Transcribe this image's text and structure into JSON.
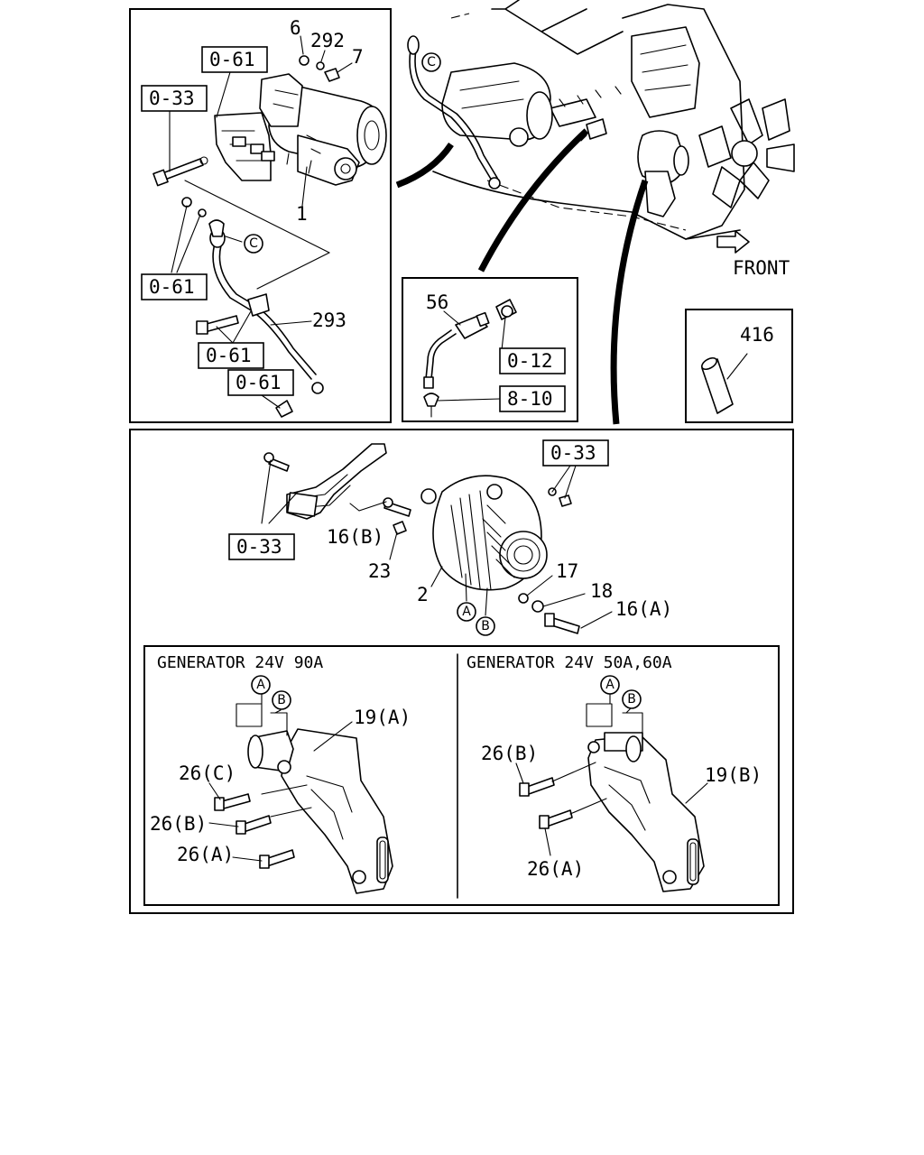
{
  "callouts": {
    "c6": "6",
    "c292": "292",
    "c7": "7",
    "c1": "1",
    "c293": "293",
    "c56": "56",
    "c416": "416",
    "c2": "2",
    "c23": "23",
    "c17": "17",
    "c18": "18",
    "c16a": "16(A)",
    "c16b": "16(B)",
    "c19a": "19(A)",
    "c19b": "19(B)",
    "c26c": "26(C)",
    "c26b_left": "26(B)",
    "c26a_left": "26(A)",
    "c26b_right": "26(B)",
    "c26a_right": "26(A)"
  },
  "refs": {
    "r061_top": "0-61",
    "r033_top": "0-33",
    "r061_mid": "0-61",
    "r061_low1": "0-61",
    "r061_low2": "0-61",
    "r012": "0-12",
    "r810": "8-10",
    "r033_alt_right": "0-33",
    "r033_alt_left": "0-33"
  },
  "markers": {
    "C": "C",
    "A": "A",
    "B": "B"
  },
  "labels": {
    "front": "FRONT",
    "gen_90a": "GENERATOR 24V 90A",
    "gen_50a60a": "GENERATOR 24V 50A,60A"
  },
  "colors": {
    "ink": "#000000",
    "paper": "#ffffff"
  }
}
